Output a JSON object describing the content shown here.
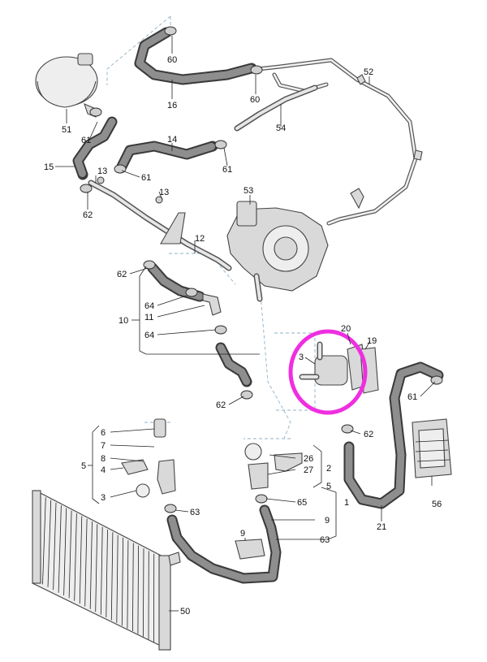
{
  "labels": [
    {
      "id": "60a",
      "text": "60"
    },
    {
      "id": "16",
      "text": "16"
    },
    {
      "id": "60b",
      "text": "60"
    },
    {
      "id": "52",
      "text": "52"
    },
    {
      "id": "54",
      "text": "54"
    },
    {
      "id": "51",
      "text": "51"
    },
    {
      "id": "61a",
      "text": "61"
    },
    {
      "id": "14",
      "text": "14"
    },
    {
      "id": "15",
      "text": "15"
    },
    {
      "id": "13a",
      "text": "13"
    },
    {
      "id": "61b",
      "text": "61"
    },
    {
      "id": "61c",
      "text": "61"
    },
    {
      "id": "13b",
      "text": "13"
    },
    {
      "id": "62a",
      "text": "62"
    },
    {
      "id": "53",
      "text": "53"
    },
    {
      "id": "12",
      "text": "12"
    },
    {
      "id": "62b",
      "text": "62"
    },
    {
      "id": "64a",
      "text": "64"
    },
    {
      "id": "11",
      "text": "11"
    },
    {
      "id": "10",
      "text": "10"
    },
    {
      "id": "64b",
      "text": "64"
    },
    {
      "id": "20",
      "text": "20"
    },
    {
      "id": "19",
      "text": "19"
    },
    {
      "id": "3a",
      "text": "3"
    },
    {
      "id": "62c",
      "text": "62"
    },
    {
      "id": "61d",
      "text": "61"
    },
    {
      "id": "62d",
      "text": "62"
    },
    {
      "id": "6",
      "text": "6"
    },
    {
      "id": "7",
      "text": "7"
    },
    {
      "id": "8",
      "text": "8"
    },
    {
      "id": "5a",
      "text": "5"
    },
    {
      "id": "4",
      "text": "4"
    },
    {
      "id": "3b",
      "text": "3"
    },
    {
      "id": "63a",
      "text": "63"
    },
    {
      "id": "26",
      "text": "26"
    },
    {
      "id": "27",
      "text": "27"
    },
    {
      "id": "2",
      "text": "2"
    },
    {
      "id": "5b",
      "text": "5"
    },
    {
      "id": "65",
      "text": "65"
    },
    {
      "id": "1",
      "text": "1"
    },
    {
      "id": "9a",
      "text": "9"
    },
    {
      "id": "63b",
      "text": "63"
    },
    {
      "id": "56",
      "text": "56"
    },
    {
      "id": "21",
      "text": "21"
    },
    {
      "id": "9b",
      "text": "9"
    },
    {
      "id": "50",
      "text": "50"
    }
  ],
  "colors": {
    "highlight": "#ee2fe0",
    "hose": "#3a3a3a",
    "part": "#d9d9d9",
    "leader": "#222222",
    "dashed": "#8fb0c4"
  }
}
